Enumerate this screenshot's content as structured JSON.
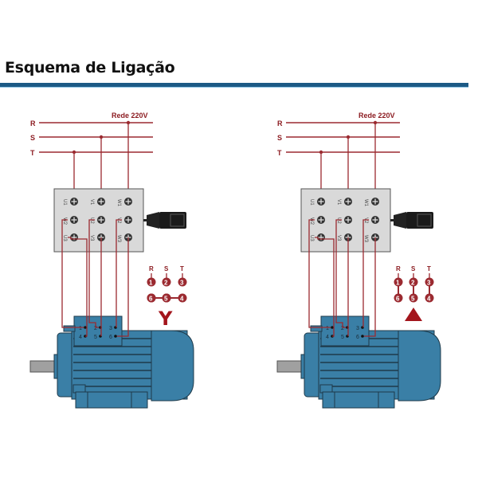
{
  "header": {
    "title": "Esquema de Ligação"
  },
  "colors": {
    "accent": "#1c5a86",
    "wire": "#9b2a30",
    "motor": "#3a7fa6",
    "terminal_box": "#d9d9d9"
  },
  "panels": [
    {
      "name": "star",
      "network_label": "Rede 220V",
      "phases": [
        "R",
        "S",
        "T"
      ],
      "box_terminals": [
        "U1",
        "V1",
        "W1",
        "W2",
        "U2",
        "V2",
        "U3",
        "V3",
        "W3"
      ],
      "motor_terminals": [
        "1",
        "2",
        "3",
        "4",
        "5",
        "6"
      ],
      "legend_phases": [
        "R",
        "S",
        "T"
      ],
      "legend_top": [
        "1",
        "2",
        "3"
      ],
      "legend_bottom": [
        "6",
        "5",
        "4"
      ],
      "symbol": "Y",
      "symbol_name": "star"
    },
    {
      "name": "delta",
      "network_label": "Rede 220V",
      "phases": [
        "R",
        "S",
        "T"
      ],
      "box_terminals": [
        "U1",
        "V1",
        "W1",
        "W2",
        "U2",
        "V2",
        "U3",
        "V3",
        "W3"
      ],
      "motor_terminals": [
        "1",
        "2",
        "3",
        "4",
        "5",
        "6"
      ],
      "legend_phases": [
        "R",
        "S",
        "T"
      ],
      "legend_top": [
        "1",
        "2",
        "3"
      ],
      "legend_bottom": [
        "6",
        "5",
        "4"
      ],
      "symbol": "▲",
      "symbol_name": "delta"
    }
  ]
}
